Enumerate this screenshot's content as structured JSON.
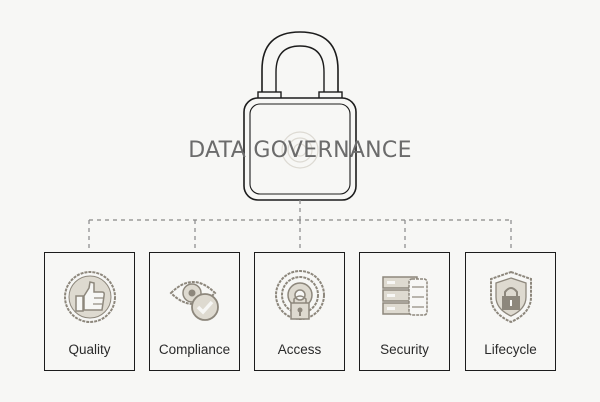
{
  "diagram": {
    "title": "DATA GOVERNANCE",
    "categories": [
      {
        "label": "Quality",
        "icon": "thumbs-up-icon"
      },
      {
        "label": "Compliance",
        "icon": "eye-check-icon"
      },
      {
        "label": "Access",
        "icon": "wireless-lock-icon"
      },
      {
        "label": "Security",
        "icon": "server-lock-icon"
      },
      {
        "label": "Lifecycle",
        "icon": "shield-lock-icon"
      }
    ]
  },
  "colors": {
    "background": "#f7f7f5",
    "line": "#1c1c1c",
    "dashed": "#888888",
    "icon_fill": "#dedad0",
    "icon_stroke": "#8d877c"
  }
}
